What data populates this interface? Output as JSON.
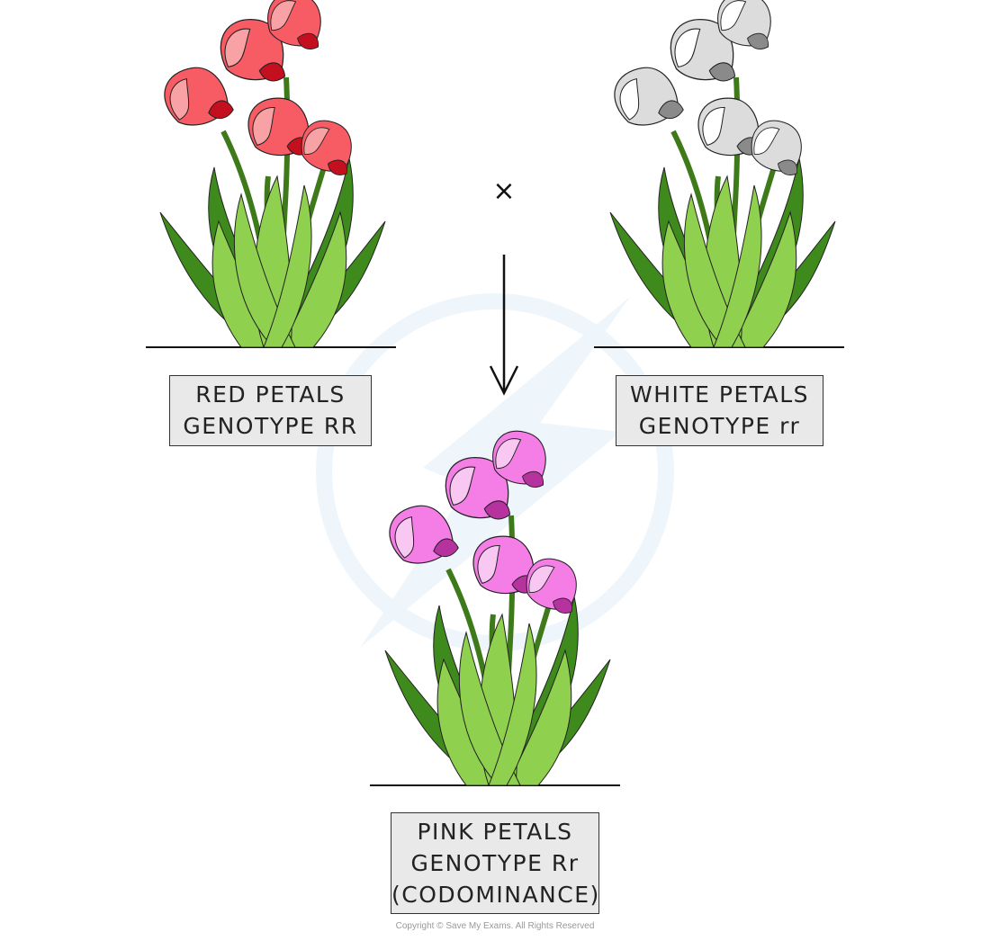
{
  "cross_symbol": "×",
  "parents": [
    {
      "line1": "RED PETALS",
      "line2": "GENOTYPE RR"
    },
    {
      "line1": "WHITE PETALS",
      "line2": "GENOTYPE rr"
    }
  ],
  "offspring": {
    "line1": "PINK PETALS",
    "line2": "GENOTYPE Rr",
    "line3": "(CODOMINANCE)"
  },
  "copyright": "Copyright © Save My Exams. All Rights Reserved",
  "colors": {
    "leaf_light": "#8fd14f",
    "leaf_dark": "#3f8a1c",
    "stem": "#3e7a1a",
    "red_petal": "#f75c65",
    "red_petal_light": "#f9a2a6",
    "red_petal_dark": "#c4101e",
    "white_petal": "#dcdcdc",
    "white_petal_light": "#ffffff",
    "white_petal_dark": "#8a8a8a",
    "pink_petal": "#f47ee6",
    "pink_petal_light": "#f8c8f2",
    "pink_petal_dark": "#b5329f",
    "label_bg": "#e9e9e9",
    "watermark": "#eef6fb"
  }
}
